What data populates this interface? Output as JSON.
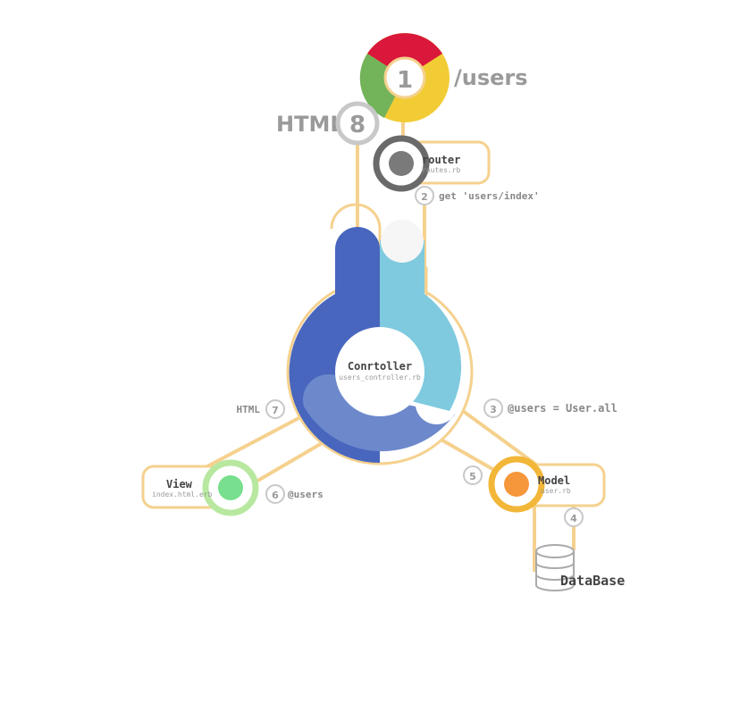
{
  "colors": {
    "connector": "#f5d18e",
    "chrome_red": "#d9183b",
    "chrome_yellow": "#f2cc35",
    "chrome_green": "#73b35a",
    "router_gray": "#7a7a7a",
    "controller_dark_blue": "#4866be",
    "controller_light_blue": "#7fcadf",
    "controller_mid_blue": "#6d89cc",
    "view_green": "#77df8d",
    "model_orange": "#f6973b",
    "model_ring": "#f2b638",
    "db_gray": "#aaaaaa"
  },
  "browser": {
    "step": "1",
    "url": "/users",
    "icon": "chrome-icon"
  },
  "response": {
    "step": "8",
    "label": "HTML"
  },
  "router": {
    "title": "router",
    "file": "routes.rb",
    "step": "2",
    "request": "get 'users/index'"
  },
  "controller": {
    "title": "Conrtoller",
    "file": "users_controller.rb"
  },
  "steps": {
    "s3": {
      "num": "3",
      "text": "@users = User.all"
    },
    "s4": {
      "num": "4"
    },
    "s5": {
      "num": "5"
    },
    "s6": {
      "num": "6",
      "text": "@users"
    },
    "s7": {
      "num": "7",
      "text": "HTML"
    }
  },
  "model": {
    "title": "Model",
    "file": "user.rb"
  },
  "view": {
    "title": "View",
    "file": "index.html.erb"
  },
  "database": {
    "label": "DataBase",
    "icon": "database-icon"
  }
}
